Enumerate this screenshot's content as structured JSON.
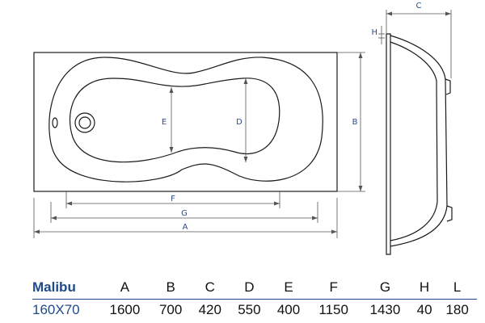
{
  "model": {
    "name": "Malibu",
    "size": "160X70"
  },
  "columns": [
    "A",
    "B",
    "C",
    "D",
    "E",
    "F",
    "G",
    "H",
    "L"
  ],
  "values": [
    "1600",
    "700",
    "420",
    "550",
    "400",
    "1150",
    "1430",
    "40",
    "180"
  ],
  "dimension_labels": {
    "a": "A",
    "b": "B",
    "c": "C",
    "d": "D",
    "e": "E",
    "f": "F",
    "g": "G",
    "h": "H"
  },
  "colors": {
    "outline": "#1a1a1a",
    "dimension": "#2c4a8c",
    "text_blue": "#1f4a8a"
  }
}
